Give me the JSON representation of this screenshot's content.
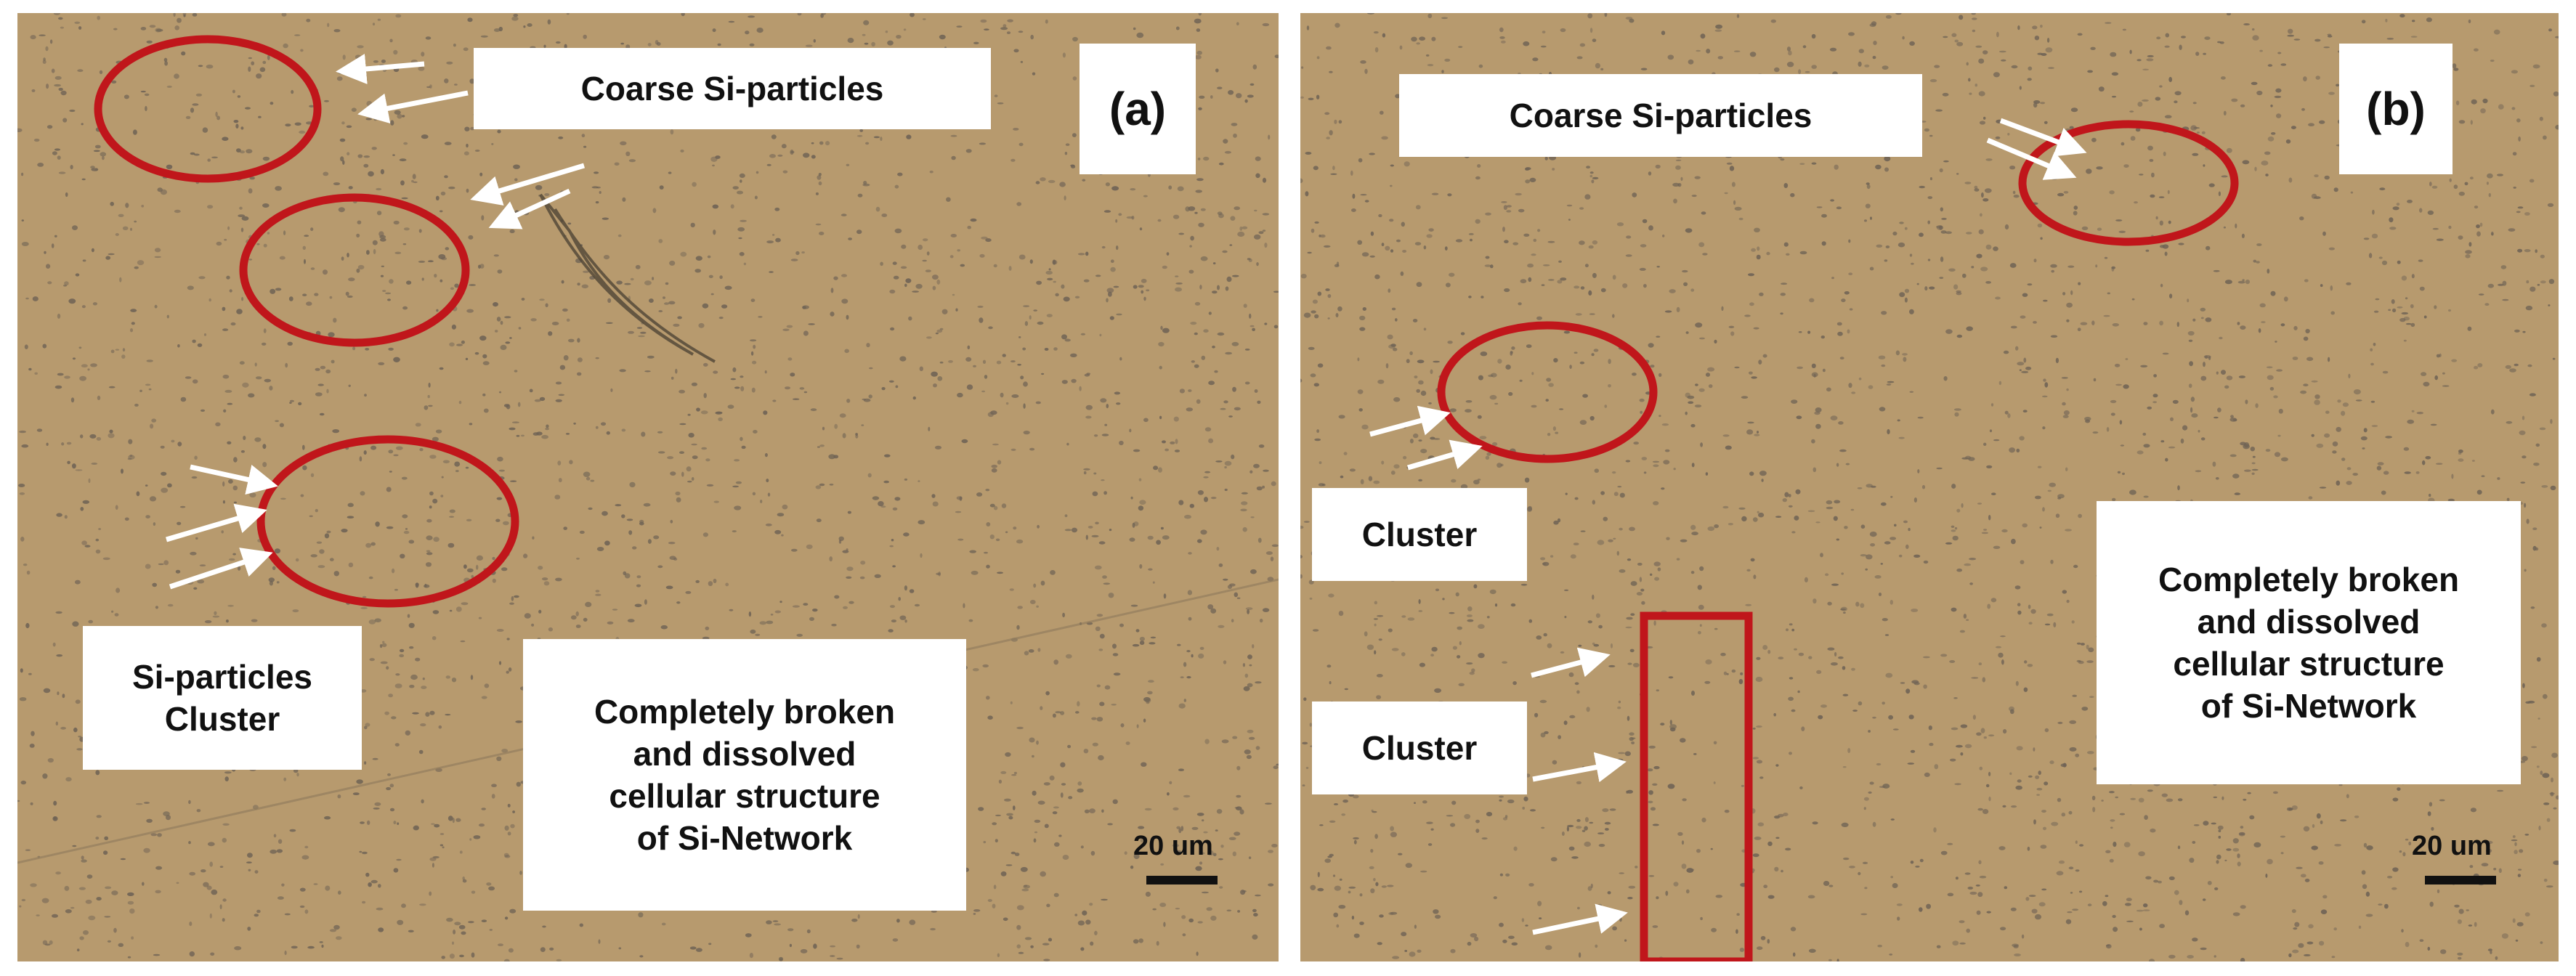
{
  "figure": {
    "panels": [
      {
        "id": "a",
        "tag": "(a)",
        "labels": {
          "coarse": "Coarse Si-particles",
          "cluster_line1": "Si-particles",
          "cluster_line2": "Cluster",
          "broken_line1": "Completely broken",
          "broken_line2": "and dissolved",
          "broken_line3": "cellular structure",
          "broken_line4": "of Si-Network"
        },
        "scale_bar": "20 um"
      },
      {
        "id": "b",
        "tag": "(b)",
        "labels": {
          "coarse": "Coarse Si-particles",
          "cluster_1": "Cluster",
          "cluster_2": "Cluster",
          "broken_line1": "Completely broken",
          "broken_line2": "and dissolved",
          "broken_line3": "cellular structure",
          "broken_line4": "of Si-Network"
        },
        "scale_bar": "20 um"
      }
    ],
    "colors": {
      "micrograph_base": "#b79a6e",
      "particle": "#6f6355",
      "marker_red": "#c0161b",
      "arrow_white": "#ffffff"
    }
  }
}
